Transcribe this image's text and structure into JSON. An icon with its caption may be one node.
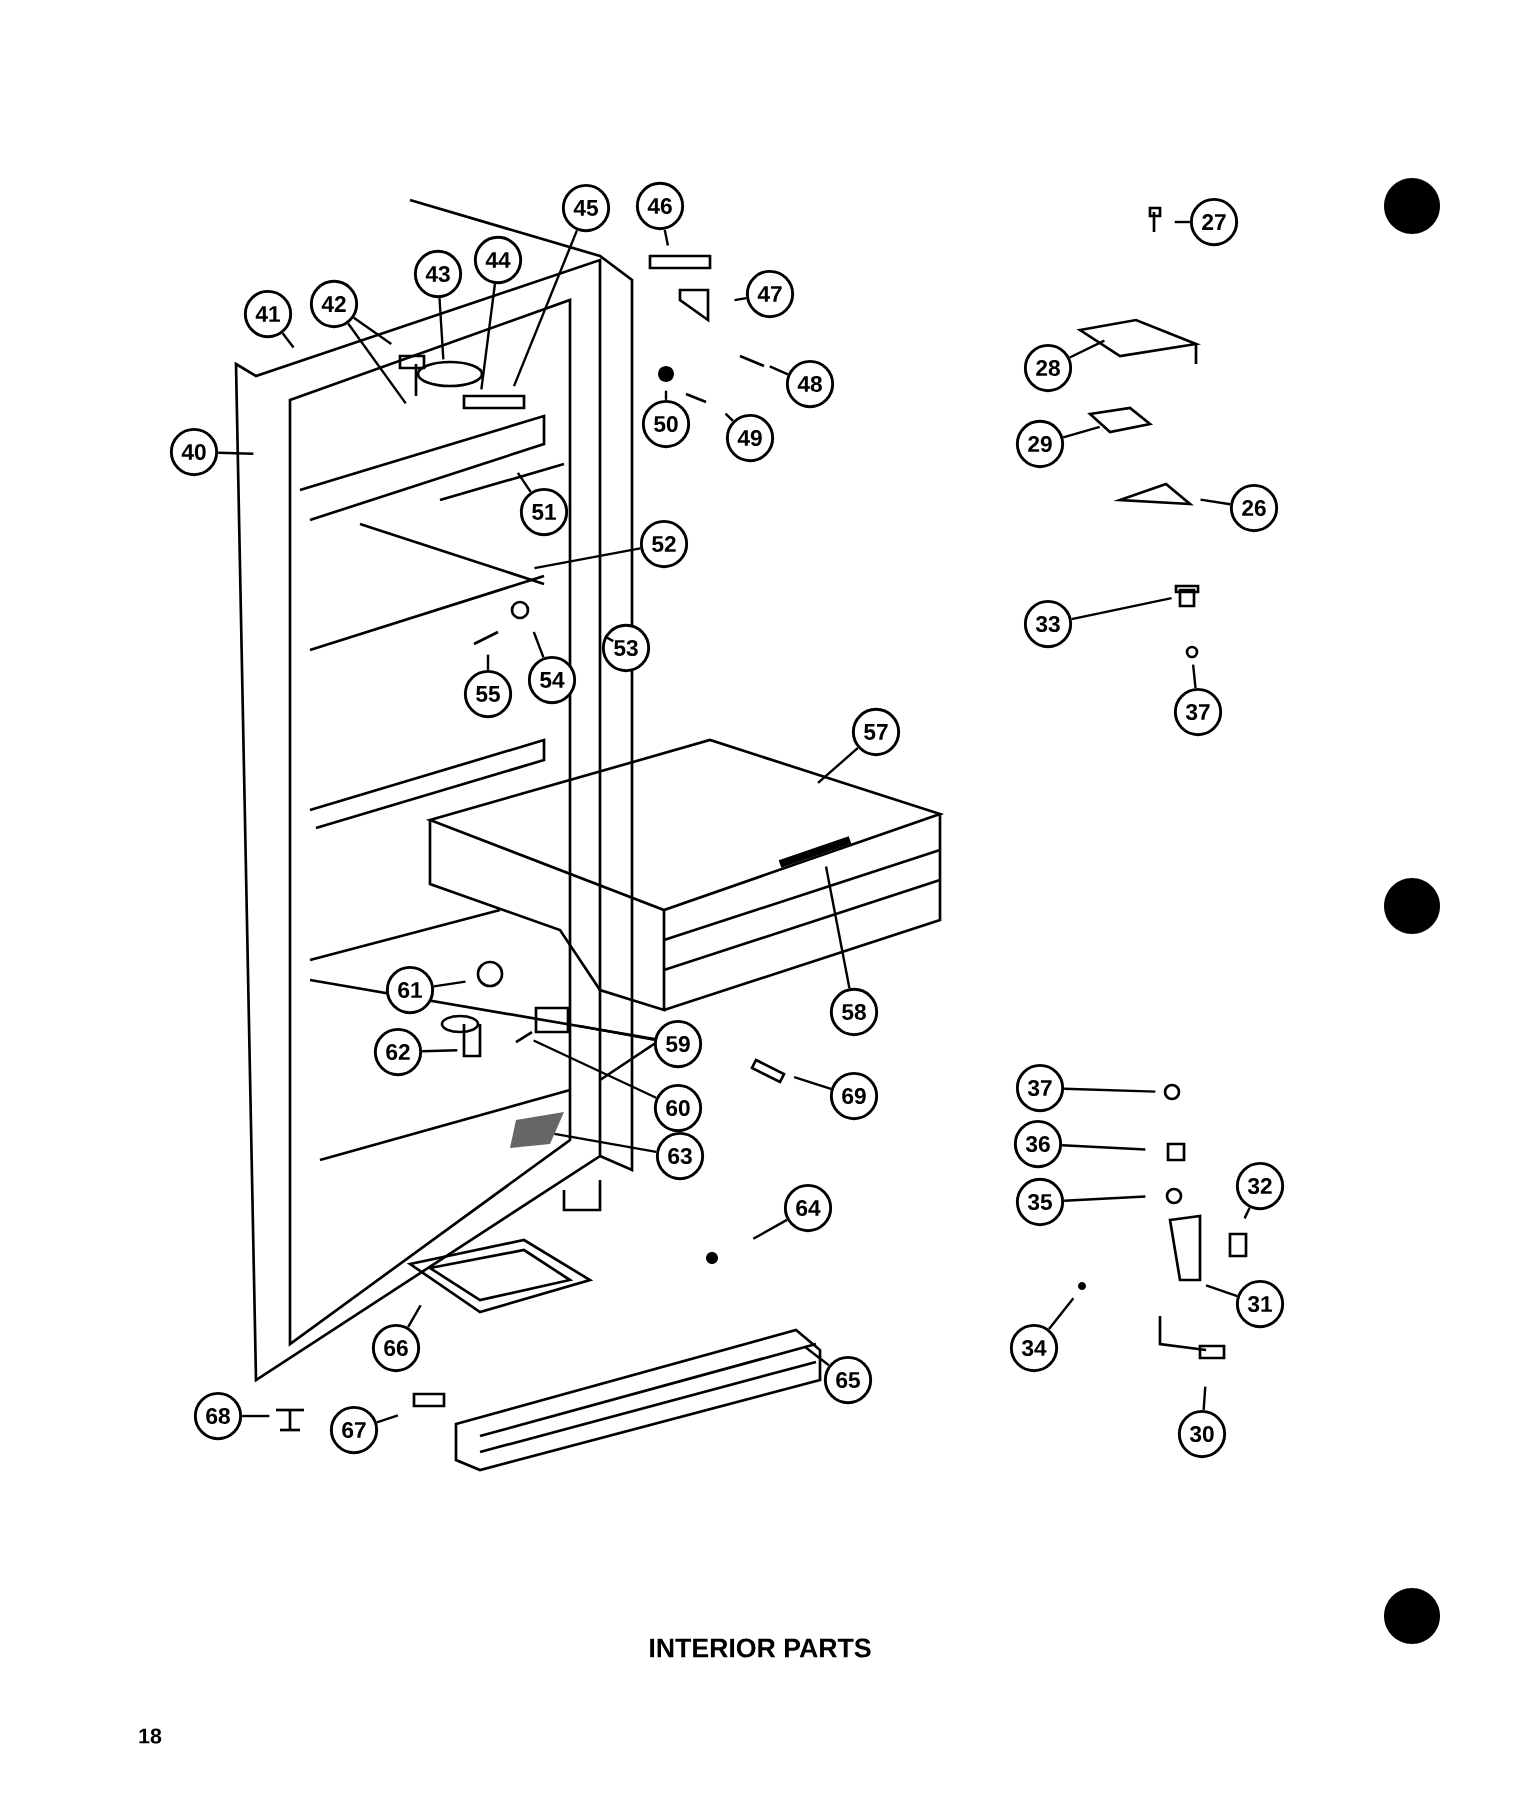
{
  "diagram": {
    "title": "INTERIOR PARTS",
    "nodes": [
      {
        "text": [
          "45"
        ]
      },
      {
        "text": [
          "46"
        ]
      },
      {
        "text": [
          "44"
        ]
      },
      {
        "text": [
          "43"
        ]
      },
      {
        "text": [
          "47"
        ]
      },
      {
        "text": [
          "42"
        ]
      },
      {
        "text": [
          "41"
        ]
      },
      {
        "text": [
          "48"
        ]
      },
      {
        "text": [
          "50"
        ]
      },
      {
        "text": [
          "49"
        ]
      },
      {
        "text": [
          "40"
        ]
      },
      {
        "text": [
          "51"
        ]
      },
      {
        "text": [
          "52"
        ]
      },
      {
        "text": [
          "53"
        ]
      },
      {
        "text": [
          "54"
        ]
      },
      {
        "text": [
          "55"
        ]
      },
      {
        "text": [
          "57"
        ]
      },
      {
        "text": [
          "61"
        ]
      },
      {
        "text": [
          "58"
        ]
      },
      {
        "text": [
          "59"
        ]
      },
      {
        "text": [
          "62"
        ]
      },
      {
        "text": [
          "69"
        ]
      },
      {
        "text": [
          "60"
        ]
      },
      {
        "text": [
          "63"
        ]
      },
      {
        "text": [
          "64"
        ]
      },
      {
        "text": [
          "66"
        ]
      },
      {
        "text": [
          "65"
        ]
      },
      {
        "text": [
          "68"
        ]
      },
      {
        "text": [
          "67"
        ]
      },
      {
        "text": [
          "27"
        ]
      },
      {
        "text": [
          "28"
        ]
      },
      {
        "text": [
          "29"
        ]
      },
      {
        "text": [
          "26"
        ]
      },
      {
        "text": [
          "33"
        ]
      },
      {
        "text": [
          "37"
        ]
      },
      {
        "text": [
          "37"
        ]
      },
      {
        "text": [
          "36"
        ]
      },
      {
        "text": [
          "35"
        ]
      },
      {
        "text": [
          "32"
        ]
      },
      {
        "text": [
          "31"
        ]
      },
      {
        "text": [
          "34"
        ]
      },
      {
        "text": [
          "30"
        ]
      }
    ],
    "edges": [
      {
        "from": 0,
        "to": null,
        "arrow": "none"
      },
      {
        "from": 1,
        "to": null,
        "arrow": "none"
      },
      {
        "from": 2,
        "to": null,
        "arrow": "none"
      },
      {
        "from": 3,
        "to": null,
        "arrow": "none"
      },
      {
        "from": 4,
        "to": null,
        "arrow": "none"
      },
      {
        "from": 5,
        "to": null,
        "arrow": "none"
      },
      {
        "from": 5,
        "to": null,
        "arrow": "none"
      },
      {
        "from": 6,
        "to": null,
        "arrow": "none"
      },
      {
        "from": 7,
        "to": null,
        "arrow": "none"
      },
      {
        "from": 8,
        "to": null,
        "arrow": "none"
      },
      {
        "from": 9,
        "to": null,
        "arrow": "none"
      },
      {
        "from": 10,
        "to": null,
        "arrow": "none"
      },
      {
        "from": 11,
        "to": null,
        "arrow": "none"
      },
      {
        "from": 12,
        "to": null,
        "arrow": "none"
      },
      {
        "from": 13,
        "to": null,
        "arrow": "none"
      },
      {
        "from": 14,
        "to": null,
        "arrow": "none"
      },
      {
        "from": 15,
        "to": null,
        "arrow": "none"
      },
      {
        "from": 16,
        "to": null,
        "arrow": "none"
      },
      {
        "from": 17,
        "to": null,
        "arrow": "none"
      },
      {
        "from": 18,
        "to": null,
        "arrow": "none"
      },
      {
        "from": 19,
        "to": null,
        "arrow": "none"
      },
      {
        "from": 20,
        "to": null,
        "arrow": "none"
      },
      {
        "from": 21,
        "to": null,
        "arrow": "none"
      },
      {
        "from": 22,
        "to": null,
        "arrow": "none"
      },
      {
        "from": 23,
        "to": null,
        "arrow": "none"
      },
      {
        "from": 24,
        "to": null,
        "arrow": "none"
      },
      {
        "from": 25,
        "to": null,
        "arrow": "none"
      },
      {
        "from": 26,
        "to": null,
        "arrow": "none"
      },
      {
        "from": 27,
        "to": null,
        "arrow": "none"
      },
      {
        "from": 28,
        "to": null,
        "arrow": "none"
      },
      {
        "from": 29,
        "to": null,
        "arrow": "none"
      },
      {
        "from": 30,
        "to": null,
        "arrow": "none"
      },
      {
        "from": 31,
        "to": null,
        "arrow": "none"
      },
      {
        "from": 32,
        "to": null,
        "arrow": "none"
      },
      {
        "from": 33,
        "to": null,
        "arrow": "none"
      },
      {
        "from": 34,
        "to": null,
        "arrow": "none"
      },
      {
        "from": 35,
        "to": null,
        "arrow": "none"
      },
      {
        "from": 36,
        "to": null,
        "arrow": "none"
      },
      {
        "from": 37,
        "to": null,
        "arrow": "none"
      },
      {
        "from": 38,
        "to": null,
        "arrow": "none"
      },
      {
        "from": 39,
        "to": null,
        "arrow": "none"
      },
      {
        "from": 40,
        "to": null,
        "arrow": "none"
      },
      {
        "from": 41,
        "to": null,
        "arrow": "none"
      }
    ],
    "labels": [
      "18"
    ]
  }
}
